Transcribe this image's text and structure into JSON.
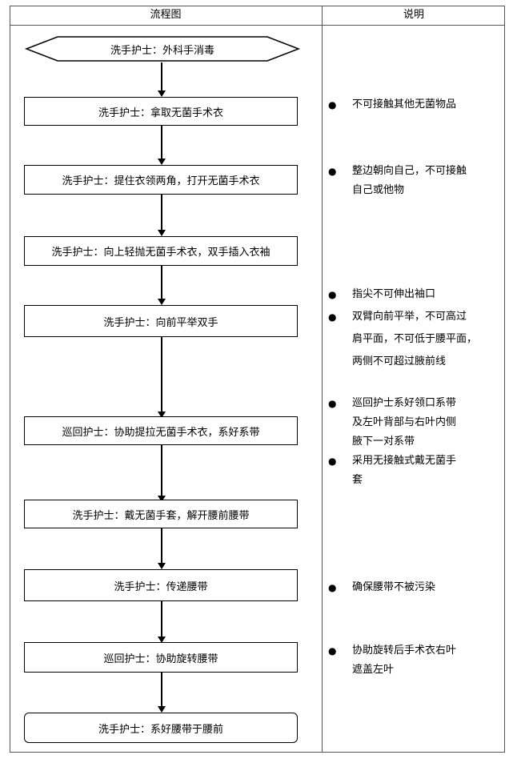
{
  "header": {
    "flowchart": "流程图",
    "notes": "说明"
  },
  "steps": [
    "洗手护士：外科手消毒",
    "洗手护士：拿取无菌手术衣",
    "洗手护士：提住衣领两角，打开无菌手术衣",
    "洗手护士：向上轻抛无菌手术衣，双手插入衣袖",
    "洗手护士：向前平举双手",
    "巡回护士：协助提拉无菌手术衣，系好系带",
    "洗手护士：戴无菌手套，解开腰前腰带",
    "洗手护士：传递腰带",
    "巡回护士：协助旋转腰带",
    "洗手护士：系好腰带于腰前"
  ],
  "notes": {
    "n1": {
      "bullet": "●",
      "l1": "不可接触其他无菌物品"
    },
    "n2": {
      "bullet": "●",
      "l1": "整边朝向自己，不可接触",
      "l2": "自己或他物"
    },
    "n3a": {
      "bullet": "●",
      "l1": "指尖不可伸出袖口"
    },
    "n3b": {
      "bullet": "●",
      "l1": "双臂向前平举，不可高过",
      "l2": "肩平面，不可低于腰平面，",
      "l3": "两侧不可超过腋前线"
    },
    "n4a": {
      "bullet": "●",
      "l1": "巡回护士系好领口系带",
      "l2": "及左叶背部与右叶内侧",
      "l3": " 腋下一对系带"
    },
    "n4b": {
      "bullet": "●",
      "l1": "采用无接触式戴无菌手",
      "l2": "套"
    },
    "n5": {
      "bullet": "●",
      "l1": "确保腰带不被污染"
    },
    "n6": {
      "bullet": "●",
      "l1": "协助旋转后手术衣右叶",
      "l2": "遮盖左叶"
    }
  }
}
